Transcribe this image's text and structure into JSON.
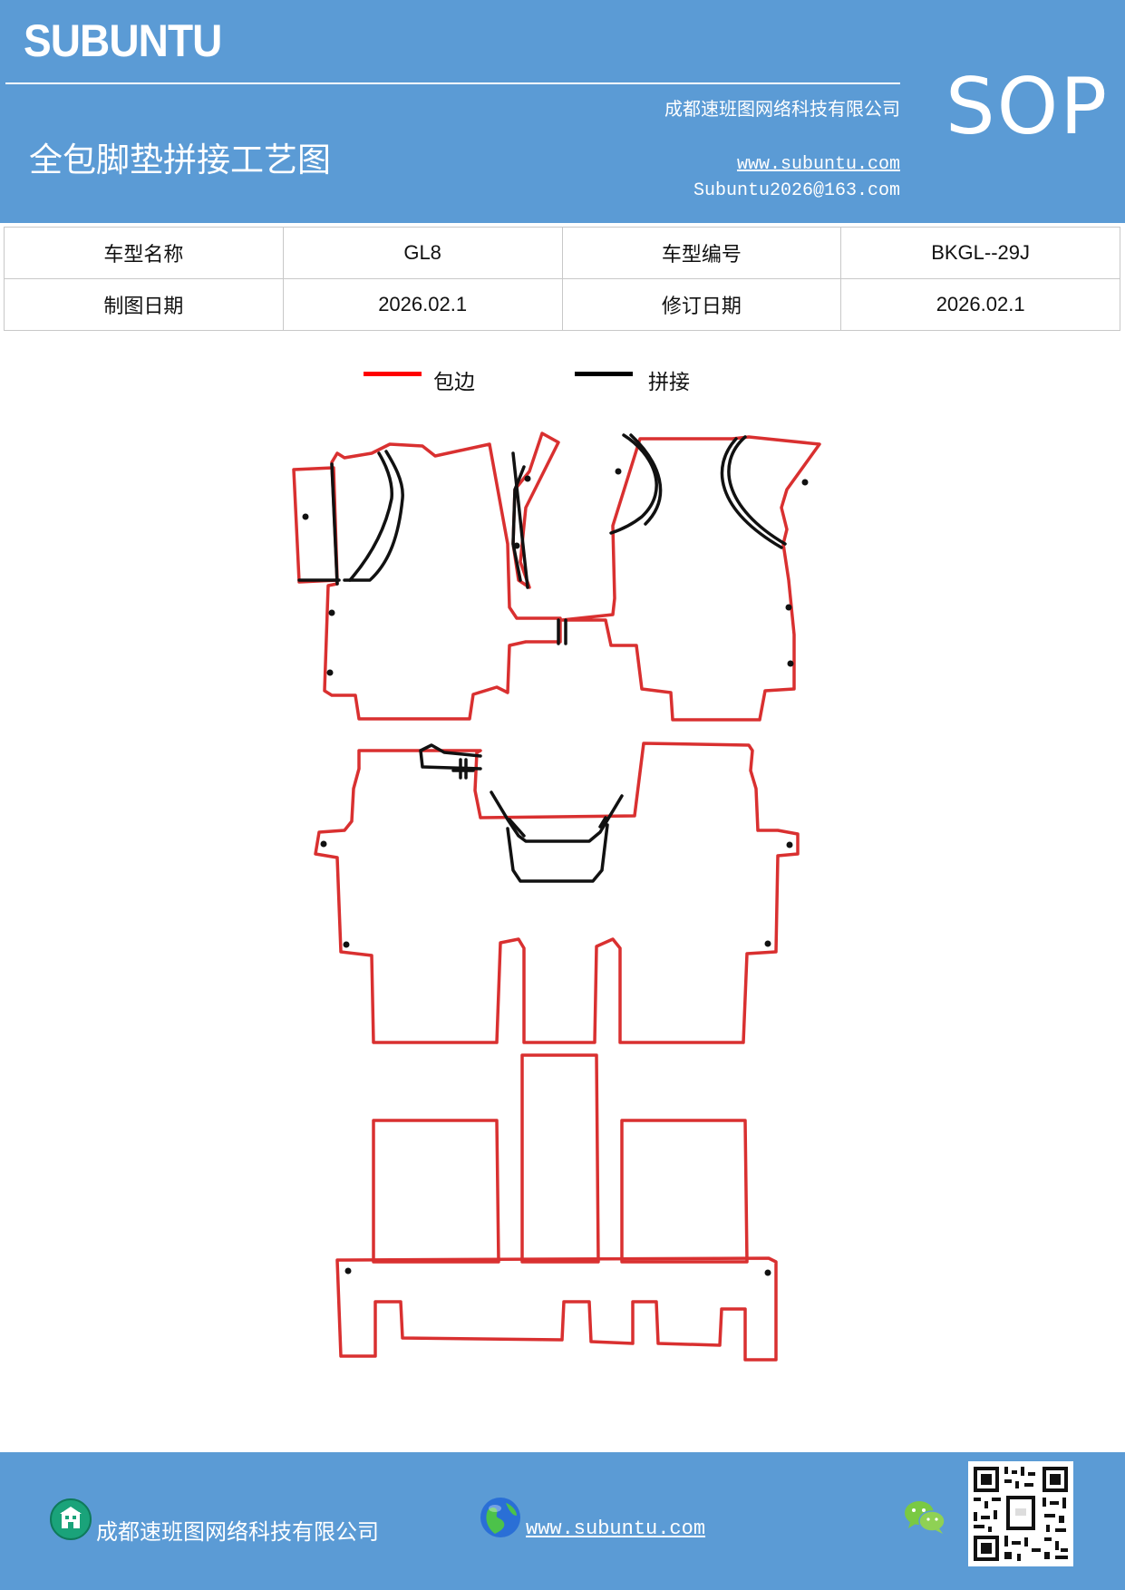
{
  "header": {
    "brand": "SUBUNTU",
    "company": "成都速班图网络科技有限公司",
    "title": "全包脚垫拼接工艺图",
    "website": "www.subuntu.com",
    "email": "Subuntu2026@163.com",
    "badge": "SOP"
  },
  "info_table": {
    "row1": {
      "label1": "车型名称",
      "value1": "GL8",
      "label2": "车型编号",
      "value2": "BKGL--29J"
    },
    "row2": {
      "label1": "制图日期",
      "value1": "2026.02.1",
      "label2": "修订日期",
      "value2": "2026.02.1"
    }
  },
  "legend": [
    {
      "label": "包边",
      "color": "#ff0000"
    },
    {
      "label": "拼接",
      "color": "#000000"
    }
  ],
  "colors": {
    "header_bg": "#5b9bd5",
    "edge_red": "#d93030",
    "seam_black": "#111111"
  },
  "footer": {
    "company": "成都速班图网络科技有限公司",
    "website": "www.subuntu.com",
    "icons": [
      "building-icon",
      "globe-icon",
      "wechat-icon",
      "qr-code"
    ]
  }
}
